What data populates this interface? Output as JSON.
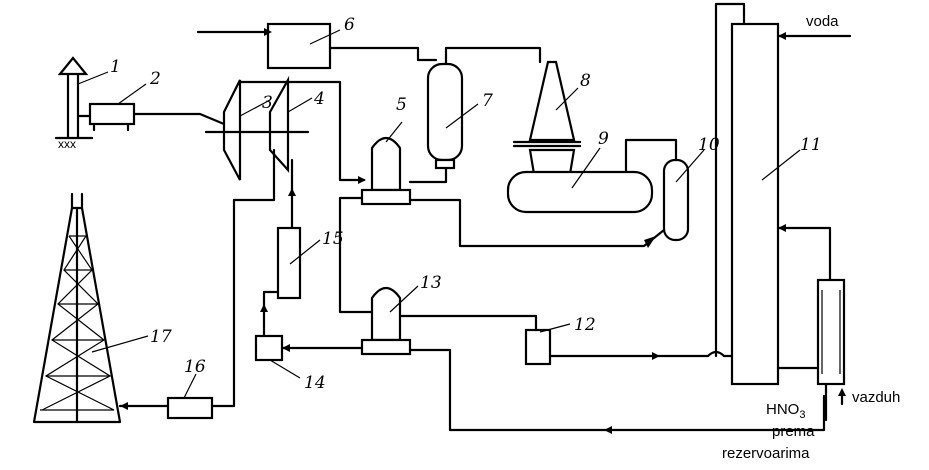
{
  "equipment_numbers": {
    "n1": "1",
    "n2": "2",
    "n3": "3",
    "n4": "4",
    "n5": "5",
    "n6": "6",
    "n7": "7",
    "n8": "8",
    "n9": "9",
    "n10": "10",
    "n11": "11",
    "n12": "12",
    "n13": "13",
    "n14": "14",
    "n15": "15",
    "n16": "16",
    "n17": "17"
  },
  "stream_labels": {
    "water": "voda",
    "air": "vazduh",
    "acid_line1": "HNO",
    "acid_sub": "3",
    "acid_line2": "prema",
    "acid_line3": "rezervoarima"
  }
}
